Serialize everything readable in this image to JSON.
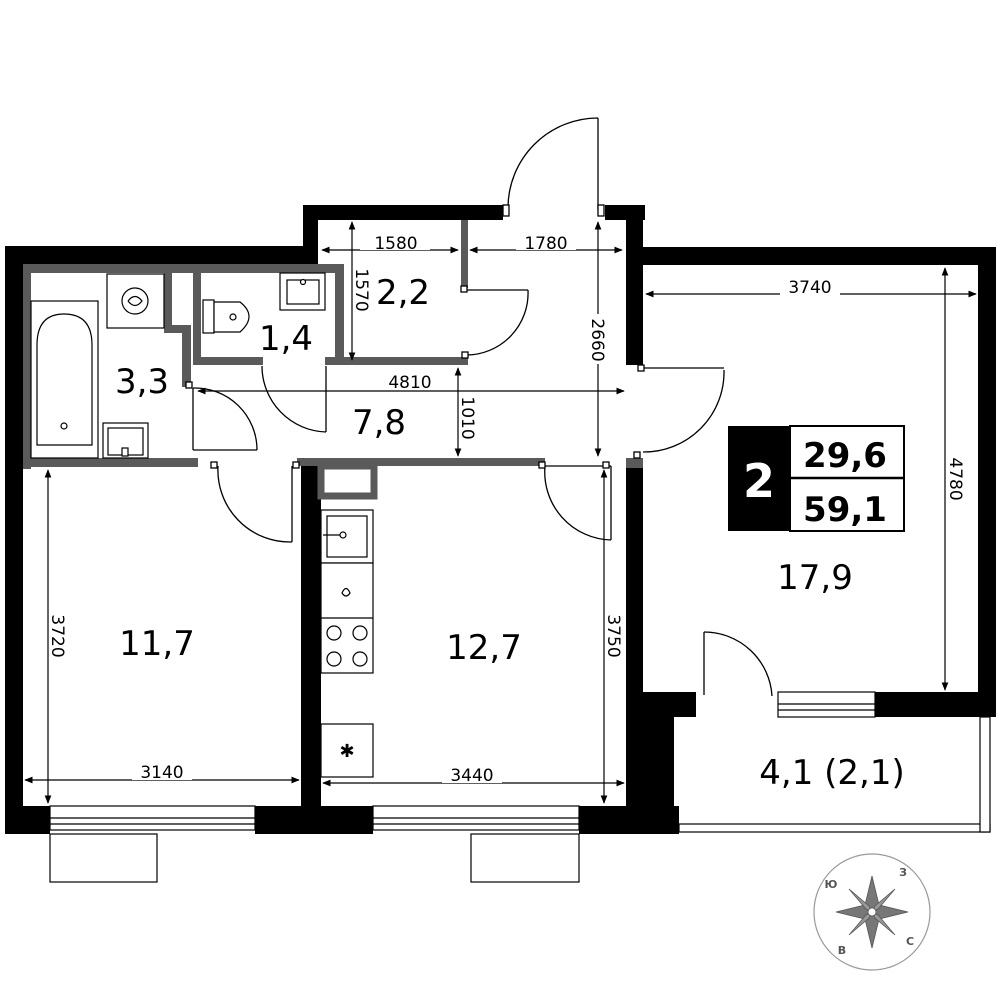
{
  "summary": {
    "rooms_count": "2",
    "living_area": "29,6",
    "total_area": "59,1"
  },
  "rooms": {
    "bathroom": "3,3",
    "toilet": "1,4",
    "closet": "2,2",
    "hallway": "7,8",
    "bedroom": "11,7",
    "kitchen": "12,7",
    "living_room": "17,9",
    "balcony": "4,1 (2,1)"
  },
  "dimensions": {
    "closet_width": "1580",
    "closet_height": "1570",
    "hall_upper_width": "1780",
    "hall_height": "2660",
    "hall_width": "4810",
    "hall_depth": "1010",
    "living_width": "3740",
    "living_height": "4780",
    "bedroom_height": "3720",
    "bedroom_width": "3140",
    "kitchen_height": "3750",
    "kitchen_width": "3440"
  },
  "compass": {
    "north": "С",
    "south": "Ю",
    "west": "З",
    "east": "В"
  }
}
